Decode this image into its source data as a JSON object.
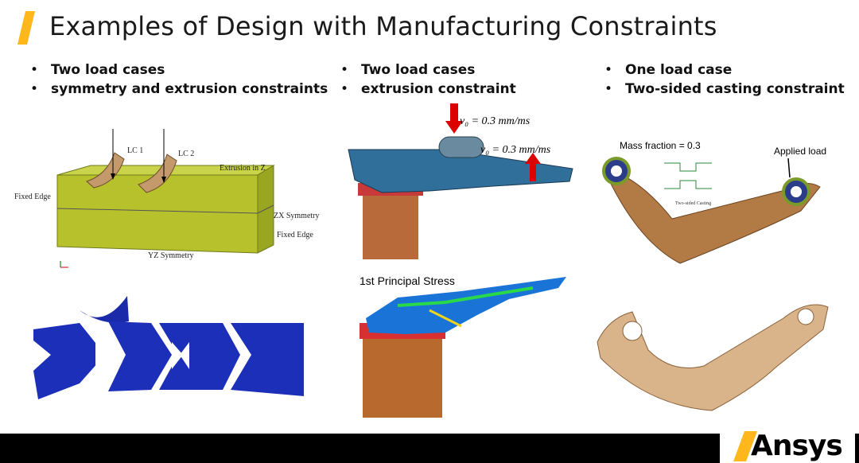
{
  "slide": {
    "title": "Examples of Design with Manufacturing Constraints",
    "accent_color": "#FFB71B"
  },
  "columns": [
    {
      "bullets": [
        "Two load cases",
        "symmetry and extrusion constraints"
      ]
    },
    {
      "bullets": [
        "Two load cases",
        "extrusion constraint"
      ]
    },
    {
      "bullets": [
        "One load case",
        "Two-sided casting constraint"
      ]
    }
  ],
  "panel1": {
    "lc1": "LC 1",
    "lc2": "LC 2",
    "extrusion": "Extrusion in Z",
    "fixed_edge_left": "Fixed Edge",
    "zx_symmetry": "ZX Symmetry",
    "fixed_edge_right": "Fixed Edge",
    "yz_symmetry": "YZ Symmetry"
  },
  "panel2": {
    "v0_top": "v₀ = 0.3 mm/ms",
    "v0_bottom": "v₀ = 0.3 mm/ms",
    "principal_stress": "1st Principal Stress"
  },
  "panel3": {
    "mass_fraction": "Mass fraction = 0.3",
    "applied_load": "Applied load",
    "two_sided_casting": "Two-sided Casting"
  },
  "brand": {
    "name": "Ansys",
    "bar_color": "#000000"
  }
}
